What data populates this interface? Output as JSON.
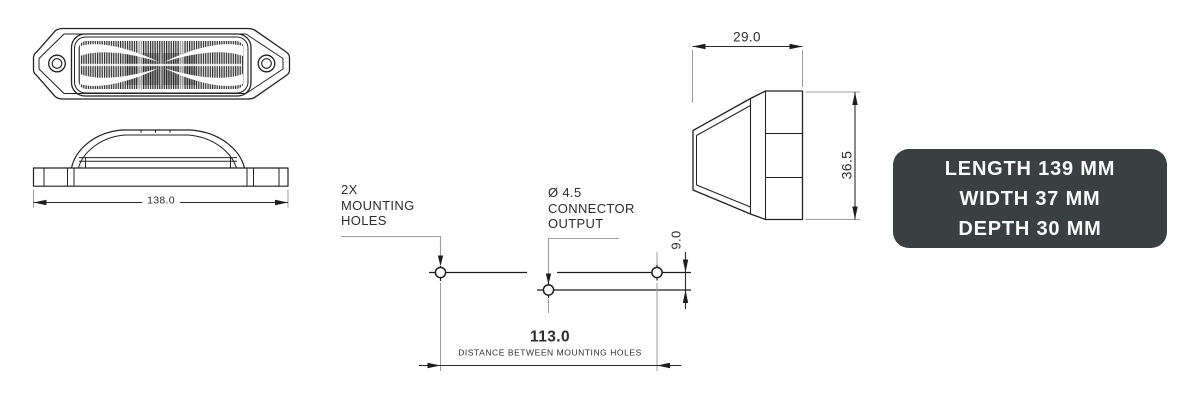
{
  "labels": {
    "length_dim": "138.0",
    "mounting_holes": "2X\nMOUNTING\nHOLES",
    "connector": "Ø 4.5\nCONNECTOR\nOUTPUT",
    "offset_dim": "9.0",
    "distance_dim": "113.0",
    "distance_note": "DISTANCE BETWEEN MOUNTING HOLES",
    "depth_dim": "29.0",
    "height_dim": "36.5"
  },
  "badge": {
    "lines": [
      "LENGTH 139 MM",
      "WIDTH 37 MM",
      "DEPTH 30 MM"
    ]
  },
  "colors": {
    "background": "#ffffff",
    "line_dark": "#222222",
    "line_light": "#9e9e9e",
    "text": "#2d2d2d",
    "badge_background": "#3a3f3f",
    "badge_text": "#fafafa"
  }
}
